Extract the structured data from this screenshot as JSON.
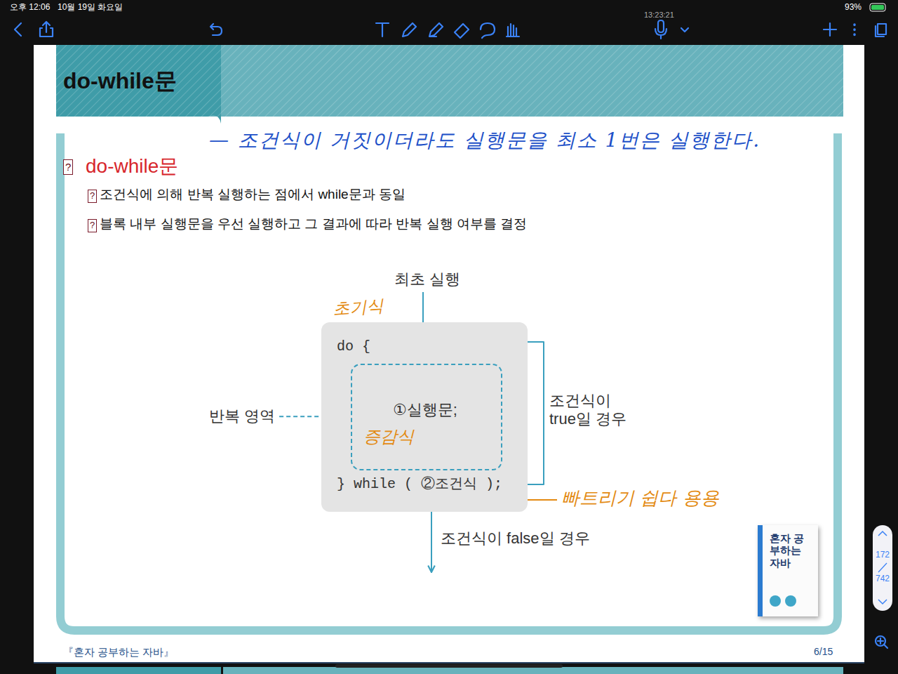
{
  "diagram": {
    "title": "do-while문",
    "nodes": [
      {
        "text": [
          "do {",
          "} while ( ②조건식 );"
        ]
      },
      {
        "text": [
          "①실행문;",
          "증감식"
        ],
        "in": 0
      },
      {
        "text": [
          "혼자 공부하는 자바"
        ]
      }
    ],
    "labels": [
      "오후 12:06",
      "10월 19일 화요일",
      "13:23:21",
      "93%",
      "?",
      "do-while문",
      "— 조건식이 거짓이더라도 실행문을 최소 1번은 실행한다.",
      "?",
      "조건식에 의해 반복 실행하는 점에서 while문과 동일",
      "?",
      "블록 내부 실행문을 우선 실행하고 그 결과에 따라 반복 실행 여부를 결정",
      "최초 실행",
      "초기식",
      "반복 영역",
      "조건식이 true일 경우",
      "빠트리기 쉽다 용용",
      "조건식이 false일 경우",
      "『혼자 공부하는 자바』",
      "6/15",
      "172",
      "742"
    ]
  }
}
